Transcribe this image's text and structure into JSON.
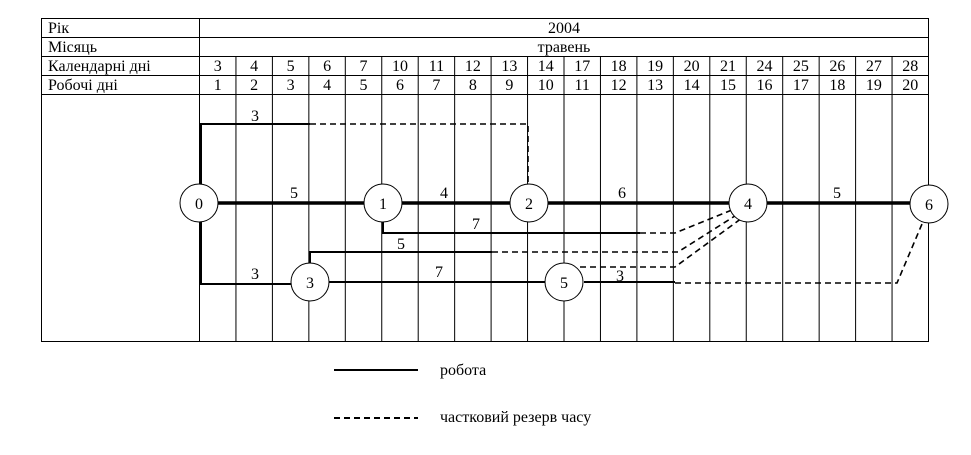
{
  "header": {
    "year_label": "Рік",
    "year_value": "2004",
    "month_label": "Місяць",
    "month_value": "травень",
    "calendar_label": "Календарні дні",
    "working_label": "Робочі дні"
  },
  "calendar_days": [
    "3",
    "4",
    "5",
    "6",
    "7",
    "10",
    "11",
    "12",
    "13",
    "14",
    "17",
    "18",
    "19",
    "20",
    "21",
    "24",
    "25",
    "26",
    "27",
    "28"
  ],
  "working_days": [
    "1",
    "2",
    "3",
    "4",
    "5",
    "6",
    "7",
    "8",
    "9",
    "10",
    "11",
    "12",
    "13",
    "14",
    "15",
    "16",
    "17",
    "18",
    "19",
    "20"
  ],
  "nodes": [
    {
      "label": "0"
    },
    {
      "label": "1"
    },
    {
      "label": "2"
    },
    {
      "label": "4"
    },
    {
      "label": "6"
    },
    {
      "label": "3"
    },
    {
      "label": "5"
    }
  ],
  "durations": [
    "3",
    "5",
    "4",
    "6",
    "5",
    "7",
    "5",
    "3",
    "7",
    "3"
  ],
  "legend": {
    "solid_label": "робота",
    "dashed_label": "частковий резерв часу"
  },
  "colors": {
    "line": "#000000",
    "background": "#ffffff"
  }
}
